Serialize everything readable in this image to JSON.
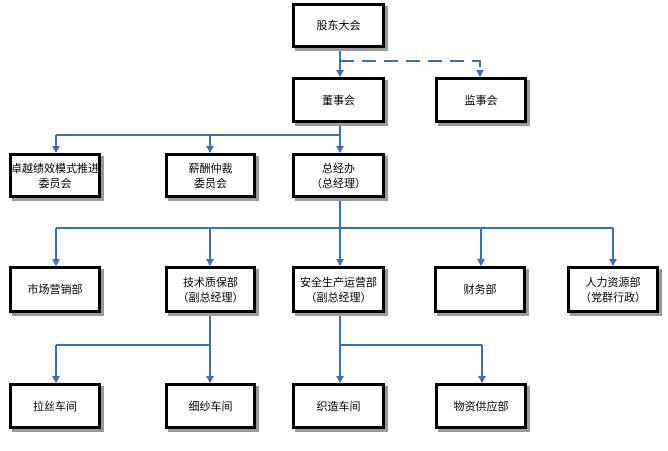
{
  "colors": {
    "connector": "#3b6fb6",
    "border": "#000000",
    "shadow": "#9a9a9a"
  },
  "org": {
    "shareholders": {
      "label": "股东大会"
    },
    "board": {
      "label": "董事会"
    },
    "supervisory": {
      "label": "监事会"
    },
    "excellence_committee": {
      "line1": "卓越绩效模式推进",
      "line2": "委员会"
    },
    "compensation_committee": {
      "line1": "薪酬仲裁",
      "line2": "委员会"
    },
    "gm_office": {
      "line1": "总经办",
      "line2": "（总经理）"
    },
    "marketing": {
      "label": "市场营销部"
    },
    "tech_quality": {
      "line1": "技术质保部",
      "line2": "（副总经理）"
    },
    "safety_production": {
      "line1": "安全生产运营部",
      "line2": "（副总经理）"
    },
    "finance": {
      "label": "财务部"
    },
    "hr": {
      "line1": "人力资源部",
      "line2": "（党群行政）"
    },
    "drawing_workshop": {
      "label": "拉丝车间"
    },
    "spinning_workshop": {
      "label": "细纱车间"
    },
    "weaving_workshop": {
      "label": "织造车间"
    },
    "supply_dept": {
      "label": "物资供应部"
    }
  }
}
